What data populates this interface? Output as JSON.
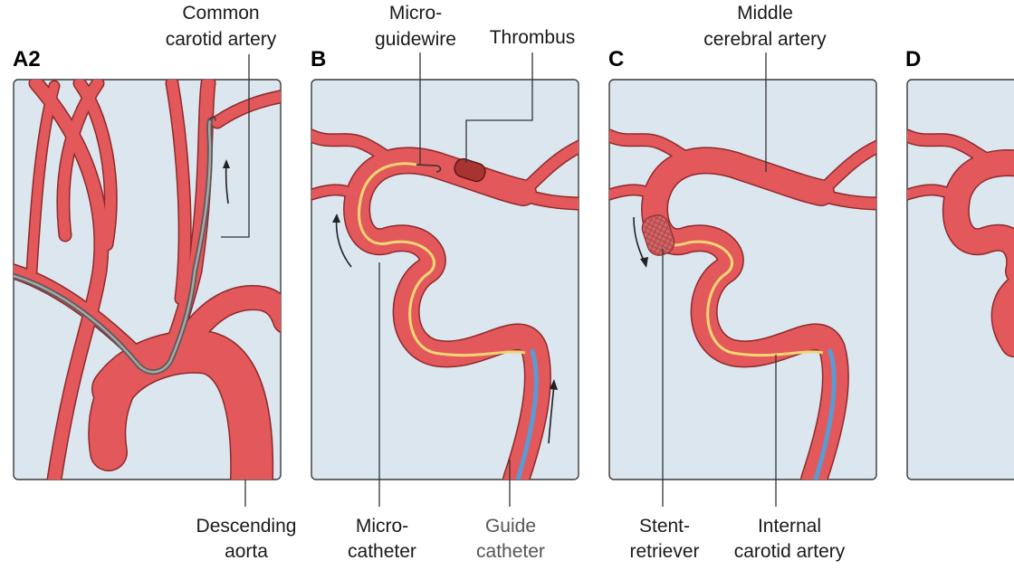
{
  "panels": {
    "a2": {
      "label": "A2"
    },
    "b": {
      "label": "B"
    },
    "c": {
      "label": "C"
    },
    "d": {
      "label": "D"
    }
  },
  "labels": {
    "common_carotid": [
      "Common",
      "carotid artery"
    ],
    "descending_aorta": [
      "Descending",
      "aorta"
    ],
    "micro_guidewire": [
      "Micro-",
      "guidewire"
    ],
    "thrombus": [
      "Thrombus"
    ],
    "micro_catheter": [
      "Micro-",
      "catheter"
    ],
    "guide_catheter": [
      "Guide",
      "catheter"
    ],
    "middle_cerebral": [
      "Middle",
      "cerebral artery"
    ],
    "stent_retriever": [
      "Stent-",
      "retriever"
    ],
    "internal_carotid": [
      "Internal",
      "carotid artery"
    ]
  },
  "colors": {
    "artery": "#e3585a",
    "artery_outline": "#8e2a2c",
    "panel_bg": "#dce6ef",
    "microcatheter": "#f2d675",
    "guide_catheter": "#5b9bd5",
    "guidewire": "#6f6f6f",
    "thrombus": "#a83432"
  }
}
